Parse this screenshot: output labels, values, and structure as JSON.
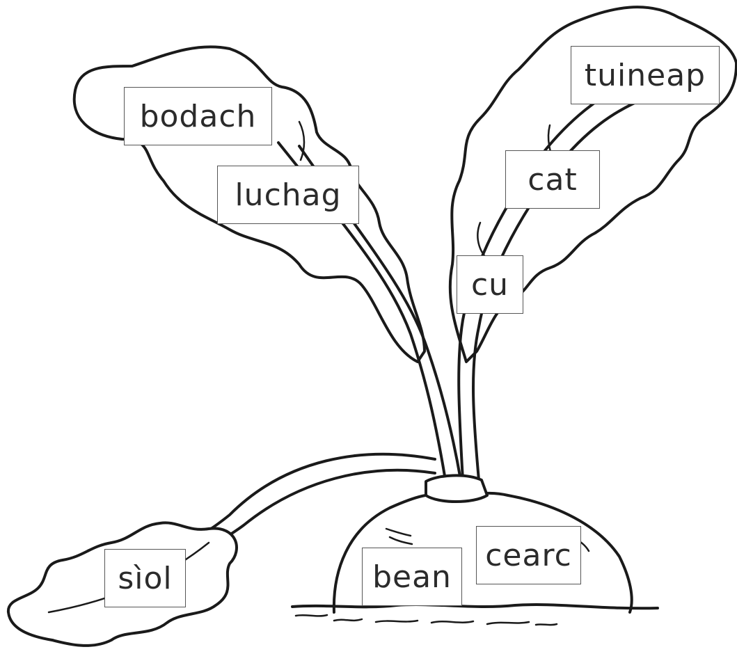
{
  "labels": {
    "bodach": "bodach",
    "luchag": "luchag",
    "tuineap": "tuineap",
    "cat": "cat",
    "cu": "cu",
    "siol": "sìol",
    "bean": "bean",
    "cearc": "cearc"
  }
}
